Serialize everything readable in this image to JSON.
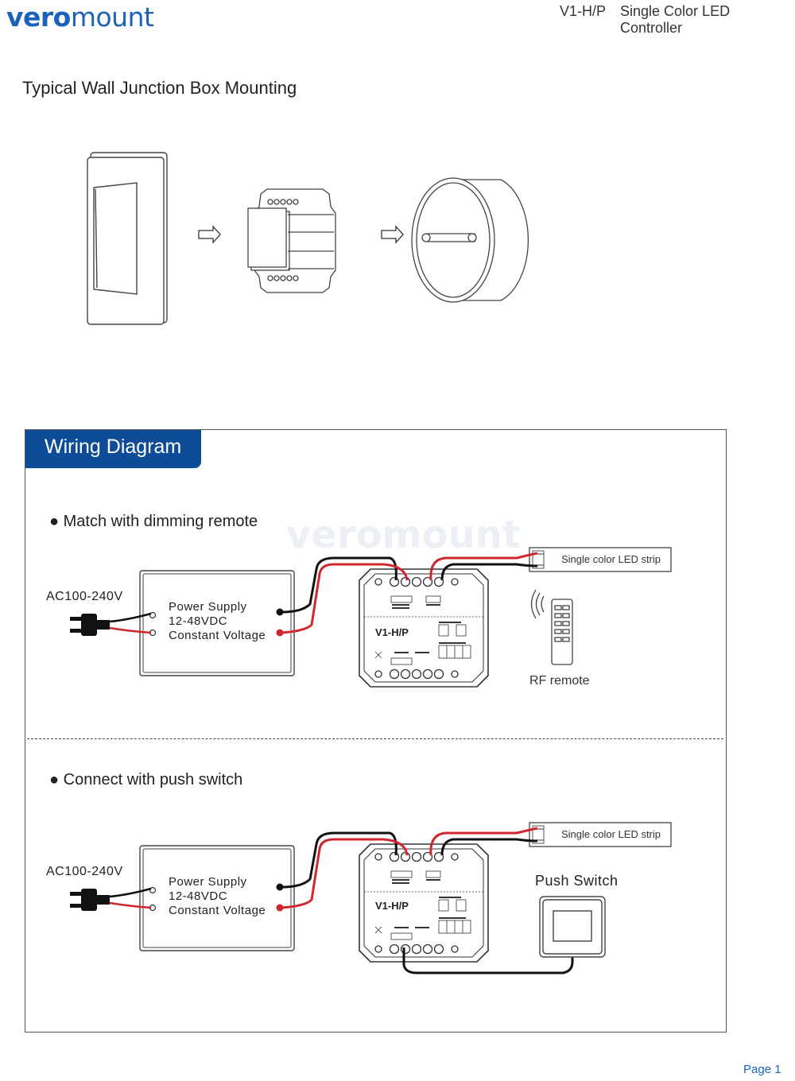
{
  "header": {
    "logo_dark": "vero",
    "logo_light": "mount",
    "model": "V1-H/P",
    "title": "Single Color LED Controller"
  },
  "mounting": {
    "title": "Typical Wall Junction Box Mounting"
  },
  "wiring": {
    "tab_label": "Wiring Diagram",
    "watermark": "veromount",
    "section1": {
      "bullet": "Match with dimming remote",
      "ac_label": "AC100-240V",
      "power_supply": [
        "Power Supply",
        "12-48VDC",
        "Constant Voltage"
      ],
      "controller_name": "V1-H/P",
      "strip_label": "Single color LED strip",
      "remote_label": "RF remote"
    },
    "section2": {
      "bullet": "Connect with push switch",
      "ac_label": "AC100-240V",
      "power_supply": [
        "Power Supply",
        "12-48VDC",
        "Constant Voltage"
      ],
      "controller_name": "V1-H/P",
      "strip_label": "Single color LED strip",
      "switch_label": "Push Switch"
    }
  },
  "footer": {
    "page": "Page 1"
  },
  "colors": {
    "brand_blue": "#1a63b8",
    "tab_blue": "#0f4c97",
    "wire_red": "#d0262e",
    "wire_black": "#111111"
  }
}
